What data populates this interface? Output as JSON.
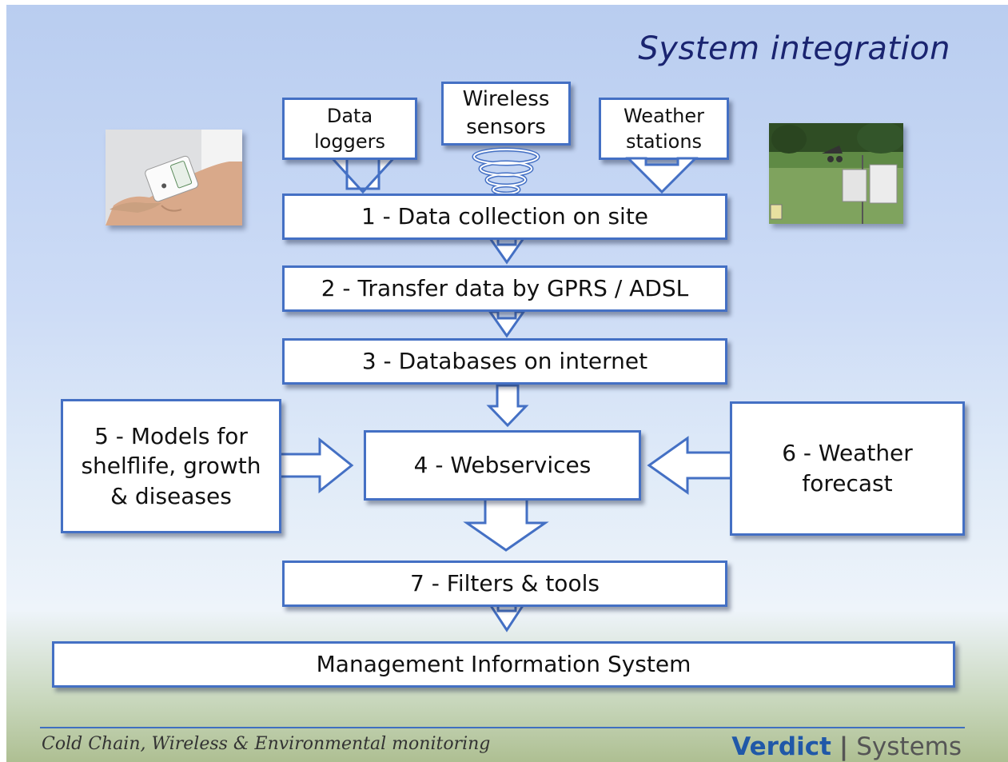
{
  "title": "System integration",
  "inputs": {
    "data_loggers": "Data\nloggers",
    "wireless_sensors": "Wireless\nsensors",
    "weather_stations": "Weather\nstations"
  },
  "steps": {
    "step1": "1  -  Data collection on site",
    "step2": "2  -  Transfer data by GPRS / ADSL",
    "step3": "3  -  Databases on internet",
    "step4": "4  -  Webservices",
    "step5": "5 - Models for\nshelflife, growth\n& diseases",
    "step6": "6 - Weather\nforecast",
    "step7": "7 - Filters & tools",
    "mis": "Management Information System"
  },
  "footer": {
    "tagline": "Cold Chain, Wireless & Environmental monitoring",
    "brand_primary": "Verdict",
    "brand_separator": "|",
    "brand_secondary": "Systems"
  },
  "colors": {
    "box_border": "#4470c4",
    "title": "#1a2470",
    "brand": "#2058a8"
  }
}
